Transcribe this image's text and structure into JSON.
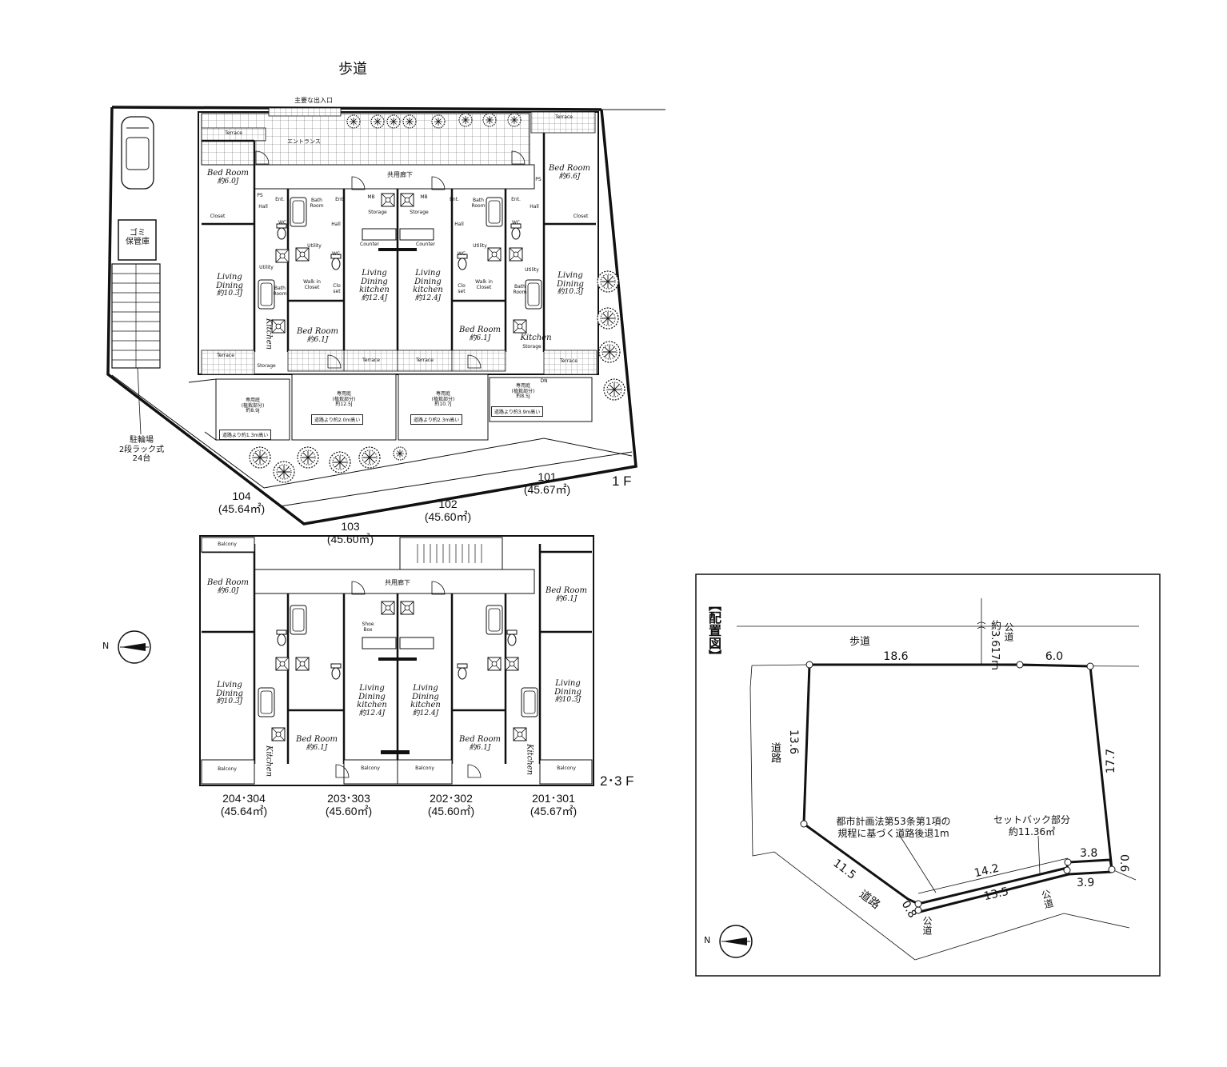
{
  "floor1": {
    "sidewalk": "歩道",
    "main_entrance": "主要な出入口",
    "entrance_hall": "エントランス",
    "corridor": "共用廊下",
    "garbage": [
      "ゴミ",
      "保管庫"
    ],
    "bicycle": [
      "駐輪場",
      "2段ラック式",
      "24台"
    ],
    "floor_label": "1 F",
    "units": [
      {
        "no": "101",
        "area": "(45.67㎡)"
      },
      {
        "no": "102",
        "area": "(45.60㎡)"
      },
      {
        "no": "103",
        "area": "(45.60㎡)"
      },
      {
        "no": "104",
        "area": "(45.64㎡)"
      }
    ],
    "rooms": {
      "bed_left": {
        "name": "Bed Room",
        "size": "約6.0J"
      },
      "bed_right": {
        "name": "Bed Room",
        "size": "約6.6J"
      },
      "ld_left": {
        "name": "Living\nDining",
        "size": "約10.3J"
      },
      "ld_right": {
        "name": "Living\nDining",
        "size": "約10.3J"
      },
      "ldk_a": {
        "name": "Living\nDining\nkitchen",
        "size": "約12.4J"
      },
      "ldk_b": {
        "name": "Living\nDining\nkitchen",
        "size": "約12.4J"
      },
      "bed_mid_left": {
        "name": "Bed Room",
        "size": "約6.1J"
      },
      "bed_mid_right": {
        "name": "Bed Room",
        "size": "約6.1J"
      },
      "kitchen_left": "Kitchen",
      "kitchen_right": "Kitchen"
    },
    "gardens": [
      {
        "label": "専用庭",
        "sub": "(植栽部分)",
        "size": "約8.9J",
        "note": "道路より約1.3m高い"
      },
      {
        "label": "専用庭",
        "sub": "(植栽部分)",
        "size": "約12.5J",
        "note": "道路より約2.0m高い"
      },
      {
        "label": "専用庭",
        "sub": "(植栽部分)",
        "size": "約10.7J",
        "note": "道路より約2.3m高い"
      },
      {
        "label": "専用庭",
        "sub": "(植栽部分)",
        "size": "約8.5J",
        "note": "道路より約3.9m高い"
      }
    ],
    "small": {
      "terrace": "Terrace",
      "closet": "Closet",
      "ent": "Ent.",
      "hall": "Hall",
      "wc": "WC",
      "utility": "Utility",
      "bathroom": "Bath\nRoom",
      "walkin": "Walk in\nCloset",
      "closet_set": "Clo\nset",
      "storage": "Storage",
      "counter": "Counter",
      "mb": "MB",
      "dn": "DN",
      "ps": "PS"
    }
  },
  "floor23": {
    "corridor": "共用廊下",
    "floor_label": "2･3 F",
    "balcony": "Balcony",
    "units": [
      {
        "no": "204･304",
        "area": "(45.64㎡)"
      },
      {
        "no": "203･303",
        "area": "(45.60㎡)"
      },
      {
        "no": "202･302",
        "area": "(45.60㎡)"
      },
      {
        "no": "201･301",
        "area": "(45.67㎡)"
      }
    ],
    "rooms": {
      "bed_left": {
        "name": "Bed Room",
        "size": "約6.0J"
      },
      "bed_right": {
        "name": "Bed Room",
        "size": "約6.1J"
      },
      "ld_left": {
        "name": "Living\nDining",
        "size": "約10.3J"
      },
      "ld_right": {
        "name": "Living\nDining",
        "size": "約10.3J"
      },
      "ldk_a": {
        "name": "Living\nDining\nkitchen",
        "size": "約12.4J"
      },
      "ldk_b": {
        "name": "Living\nDining\nkitchen",
        "size": "約12.4J"
      },
      "bed_mid_left": {
        "name": "Bed Room",
        "size": "約6.1J"
      },
      "bed_mid_right": {
        "name": "Bed Room",
        "size": "約6.1J"
      },
      "kitchen": "Kitchen",
      "shoe_box": "Shoe\nBox"
    }
  },
  "north": "N",
  "site_plan": {
    "title": "【配置図】",
    "sidewalk": "歩道",
    "public_road_width": "約3.617m",
    "public_road": "公道",
    "road_top_left": "道路",
    "road_bottom": "道路",
    "public_bottom": "公道",
    "public_right": "公道",
    "dims": {
      "top_left": "18.6",
      "top_right": "6.0",
      "left": "13.6",
      "right": "17.7",
      "lower_left": "11.5",
      "mid_upper": "14.2",
      "mid_lower": "13.5",
      "right_upper": "3.8",
      "right_lower": "3.9",
      "corner_right": "0.6",
      "corner_left": "0.8"
    },
    "note_law": "都市計画法第53条第1項の\n規程に基づく道路後退1m",
    "note_setback": "セットバック部分\n約11.36㎡"
  }
}
